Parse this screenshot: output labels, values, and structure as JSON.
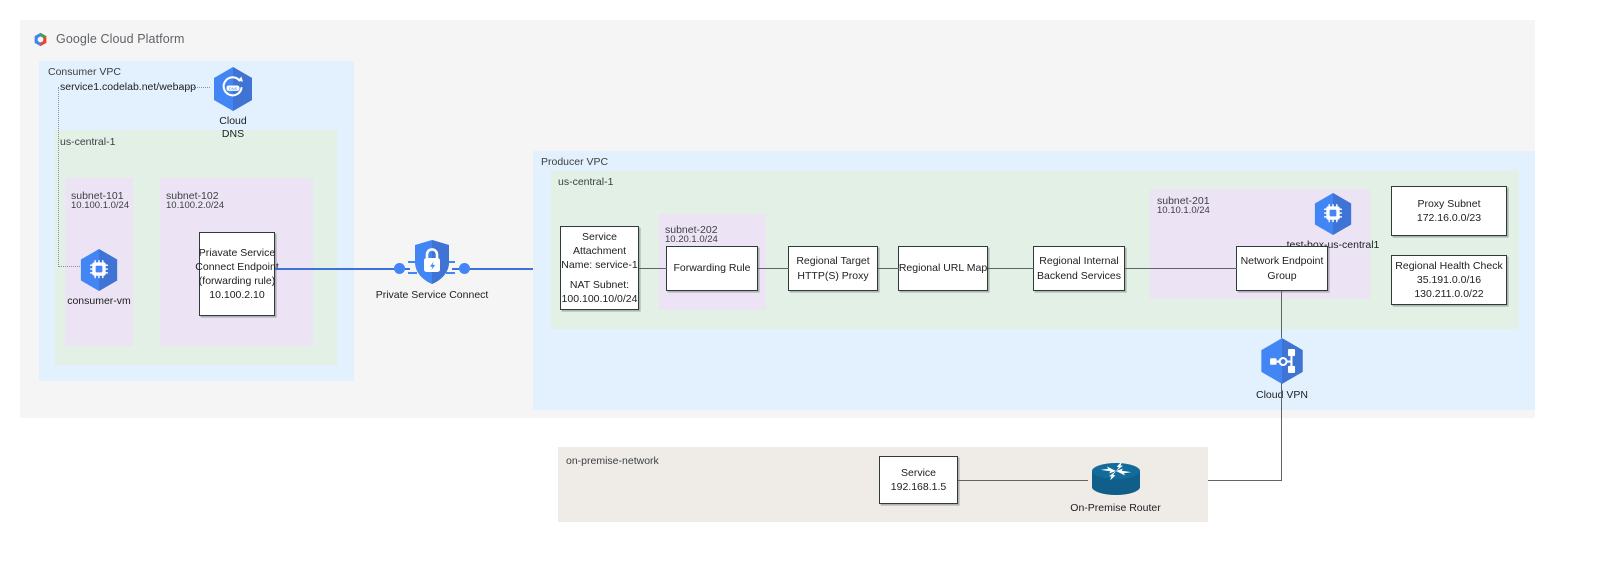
{
  "header": {
    "brand_logo": "google-cloud-hexagon-logo",
    "brand_text": "Google Cloud Platform"
  },
  "consumer_vpc": {
    "label": "Consumer VPC",
    "dns_record": "service1.codelab.net/webapp",
    "cloud_dns": {
      "icon": "cloud-dns-icon",
      "caption_line1": "Cloud",
      "caption_line2": "DNS"
    },
    "region": {
      "label": "us-central-1"
    },
    "subnet_101": {
      "name": "subnet-101",
      "cidr": "10.100.1.0/24",
      "vm": {
        "icon": "compute-engine-vm-icon",
        "caption": "consumer-vm"
      }
    },
    "subnet_102": {
      "name": "subnet-102",
      "cidr": "10.100.2.0/24",
      "endpoint": {
        "line1": "Priavate Service",
        "line2": "Connect Endpoint",
        "line3": "(forwarding rule)",
        "line4": "10.100.2.10"
      }
    }
  },
  "private_service_connect": {
    "icon": "private-service-connect-shield-lock-icon",
    "caption": "Private Service Connect"
  },
  "producer_vpc": {
    "label": "Producer VPC",
    "region": {
      "label": "us-central-1"
    },
    "service_attachment": {
      "line1": "Service",
      "line2": "Attachment",
      "line3": "Name: service-1",
      "line4": "NAT Subnet:",
      "line5": "100.100.10/0/24"
    },
    "subnet_202": {
      "name": "subnet-202",
      "cidr": "10.20.1.0/24",
      "forwarding_rule": "Forwarding Rule"
    },
    "chain": [
      {
        "line1": "Regional Target",
        "line2": "HTTP(S) Proxy"
      },
      {
        "line1": "Regional URL Map",
        "line2": ""
      },
      {
        "line1": "Regional Internal",
        "line2": "Backend Services"
      }
    ],
    "subnet_201": {
      "name": "subnet-201",
      "cidr": "10.10.1.0/24",
      "test_box": {
        "icon": "compute-engine-vm-icon",
        "caption": "test-box-us-central1"
      },
      "network_endpoint_group": {
        "line1": "Network Endpoint",
        "line2": "Group"
      }
    },
    "proxy_subnet": {
      "line1": "Proxy Subnet",
      "line2": "172.16.0.0/23"
    },
    "health_check": {
      "line1": "Regional Health Check",
      "line2": "35.191.0.0/16",
      "line3": "130.211.0.0/22"
    },
    "cloud_vpn": {
      "icon": "cloud-vpn-icon",
      "caption": "Cloud VPN"
    }
  },
  "on_premise": {
    "label": "on-premise-network",
    "service": {
      "line1": "Service",
      "line2": "192.168.1.5"
    },
    "router": {
      "icon": "on-premise-router-icon",
      "caption": "On-Premise Router"
    }
  },
  "colors": {
    "vpc_blue": "#e3f0fd",
    "region_green": "#e2f0e6",
    "subnet_purple": "#ece4f4",
    "onprem_beige": "#efebe7",
    "panel_gray": "#f5f5f5",
    "gcp_blue": "#4285f4",
    "line_gray": "#5f6368",
    "router_teal": "#136490"
  }
}
